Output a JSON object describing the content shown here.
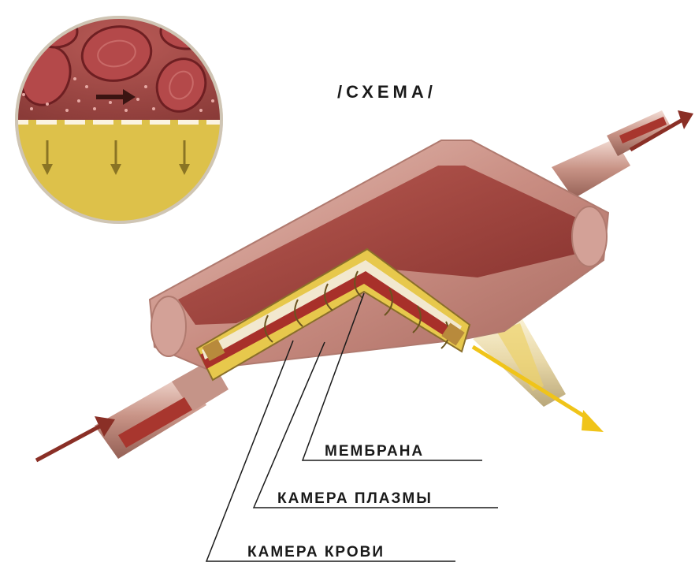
{
  "title": "/СХЕМА/",
  "labels": {
    "membrane": "МЕМБРАНА",
    "plasma_chamber": "КАМЕРА ПЛАЗМЫ",
    "blood_chamber": "КАМЕРА КРОВИ"
  },
  "colors": {
    "blood": "#8e2e2a",
    "plasma": "#e5c547",
    "housing": "#c98d82",
    "membrane_band": "#f1e7cf",
    "inflow_arrow": "#8a2f26",
    "outflow_arrow": "#f0c419",
    "label_text": "#1a1a1a"
  },
  "icons": {
    "magnifier_inset": "blood-cells-through-membrane",
    "inflow": "blood-inflow-arrow",
    "blood_outflow": "blood-outflow-arrow",
    "plasma_outflow": "plasma-outflow-arrow"
  }
}
